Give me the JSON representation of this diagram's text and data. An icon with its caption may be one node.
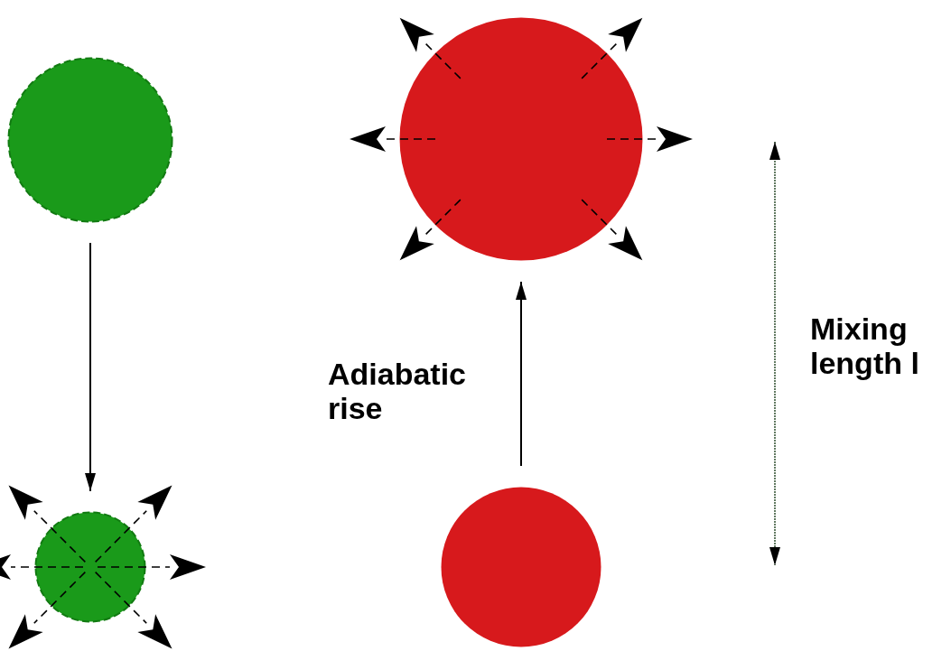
{
  "diagram": {
    "nodes": [
      {
        "text": [],
        "shape": "circle"
      },
      {
        "text": [],
        "shape": "circle"
      },
      {
        "text": [],
        "shape": "circle"
      },
      {
        "text": [],
        "shape": "circle"
      }
    ],
    "edges": [
      {
        "from": 0,
        "to": 1,
        "arrow": "to"
      },
      {
        "from": 3,
        "to": 2,
        "arrow": "to",
        "label": "Adiabatic rise"
      }
    ],
    "labels": [
      "Mixing length l"
    ]
  }
}
